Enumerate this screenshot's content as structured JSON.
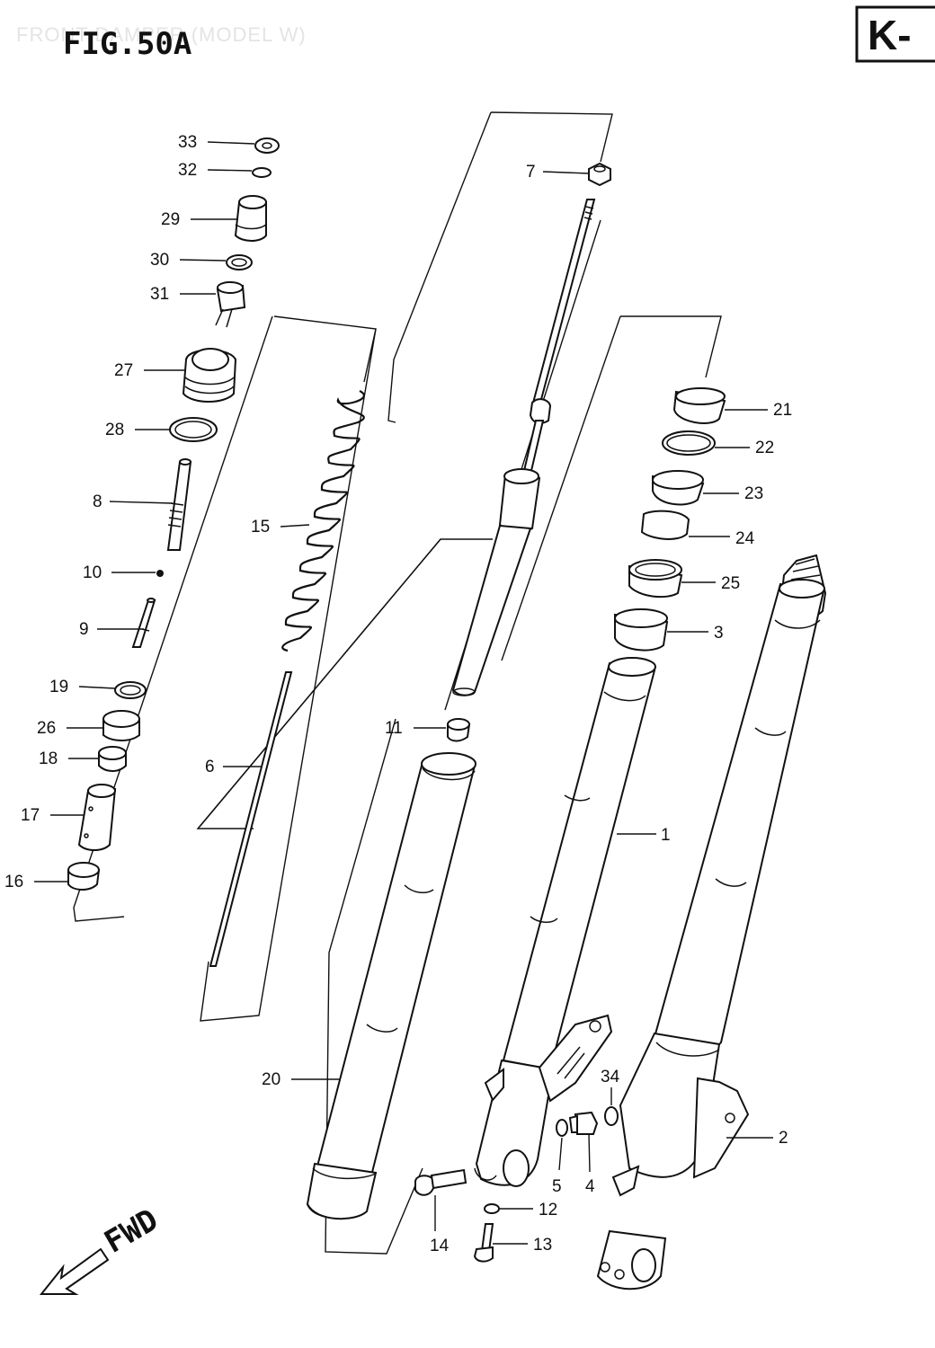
{
  "header": {
    "faint_title": "FRONT DAMPER (MODEL W)",
    "figure_number": "FIG.50A",
    "page_code": "K-"
  },
  "direction_label": "FWD",
  "callouts": [
    {
      "id": "33",
      "label": "33"
    },
    {
      "id": "32",
      "label": "32"
    },
    {
      "id": "29",
      "label": "29"
    },
    {
      "id": "30",
      "label": "30"
    },
    {
      "id": "31",
      "label": "31"
    },
    {
      "id": "27",
      "label": "27"
    },
    {
      "id": "28",
      "label": "28"
    },
    {
      "id": "8",
      "label": "8"
    },
    {
      "id": "10",
      "label": "10"
    },
    {
      "id": "9",
      "label": "9"
    },
    {
      "id": "19",
      "label": "19"
    },
    {
      "id": "26",
      "label": "26"
    },
    {
      "id": "18",
      "label": "18"
    },
    {
      "id": "17",
      "label": "17"
    },
    {
      "id": "16",
      "label": "16"
    },
    {
      "id": "15",
      "label": "15"
    },
    {
      "id": "6",
      "label": "6"
    },
    {
      "id": "7",
      "label": "7"
    },
    {
      "id": "11",
      "label": "11"
    },
    {
      "id": "20",
      "label": "20"
    },
    {
      "id": "21",
      "label": "21"
    },
    {
      "id": "22",
      "label": "22"
    },
    {
      "id": "23",
      "label": "23"
    },
    {
      "id": "24",
      "label": "24"
    },
    {
      "id": "25",
      "label": "25"
    },
    {
      "id": "3",
      "label": "3"
    },
    {
      "id": "1",
      "label": "1"
    },
    {
      "id": "2",
      "label": "2"
    },
    {
      "id": "34",
      "label": "34"
    },
    {
      "id": "5",
      "label": "5"
    },
    {
      "id": "4",
      "label": "4"
    },
    {
      "id": "12",
      "label": "12"
    },
    {
      "id": "13",
      "label": "13"
    },
    {
      "id": "14",
      "label": "14"
    }
  ]
}
